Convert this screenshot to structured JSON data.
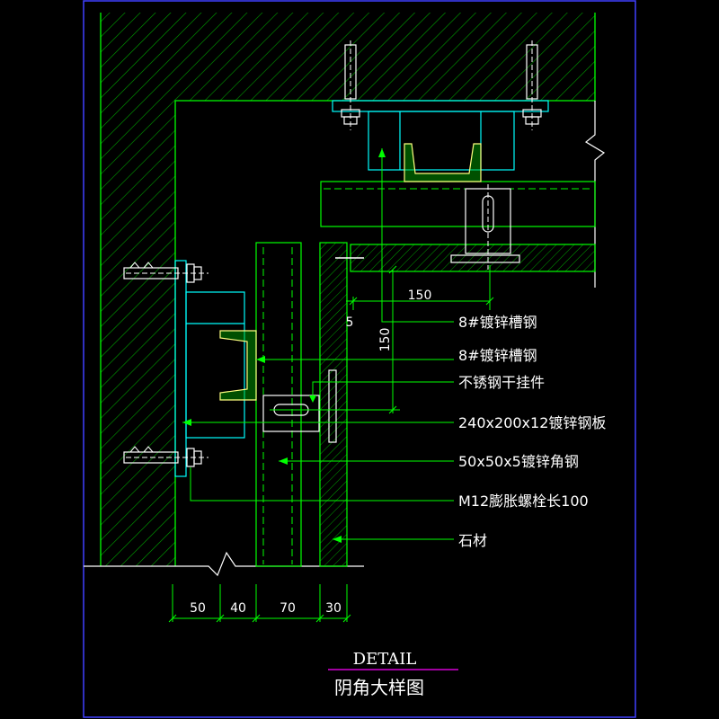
{
  "drawing": {
    "labels": [
      "8#镀锌槽钢",
      "8#镀锌槽钢",
      "不锈钢干挂件",
      "240x200x12镀锌钢板",
      "50x50x5镀锌角钢",
      "M12膨胀螺栓长100",
      "石材"
    ],
    "dimensions": {
      "bottom": [
        "50",
        "40",
        "70",
        "30"
      ],
      "top_horizontal": "150",
      "gap": "5",
      "vertical": "150"
    },
    "title_en": "DETAIL",
    "title_cn": "阴角大样图"
  },
  "colors": {
    "background": "#000000",
    "frame": "#4040ff",
    "hatch": "#00a000",
    "line": "#00ff00",
    "cyan": "#00ffff",
    "steel": "#ffff80",
    "bolt": "#ffffff",
    "underline": "#ff00ff"
  }
}
